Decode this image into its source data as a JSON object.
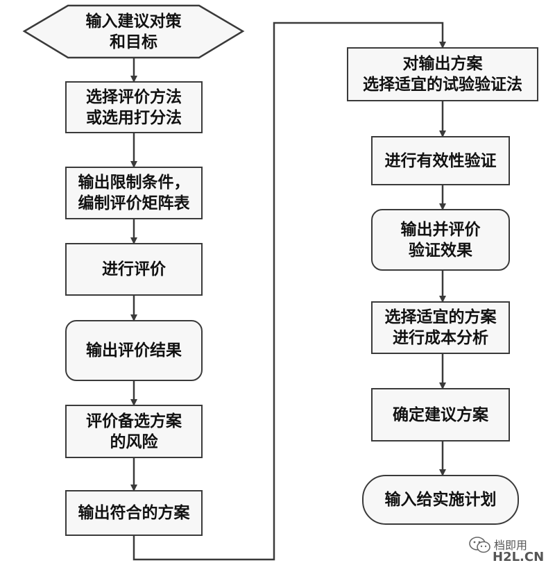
{
  "diagram": {
    "nodes": {
      "n1": "输入建议对策\n和目标",
      "n2": "选择评价方法\n或选用打分法",
      "n3": "输出限制条件，\n编制评价矩阵表",
      "n4": "进行评价",
      "n5": "输出评价结果",
      "n6": "评价备选方案\n的风险",
      "n7": "输出符合的方案",
      "n8": "对输出方案\n选择适宜的试验验证法",
      "n9": "进行有效性验证",
      "n10": "输出并评价\n验证效果",
      "n11": "选择适宜的方案\n进行成本分析",
      "n12": "确定建议方案",
      "n13": "输入给实施计划"
    },
    "colors": {
      "stroke": "#3a3a3a",
      "fill": "#f7f7f7",
      "text": "#111111"
    }
  },
  "watermark": {
    "top_text": "档即用",
    "bottom_text": "H2L.CN",
    "icon": "wechat-icon"
  }
}
